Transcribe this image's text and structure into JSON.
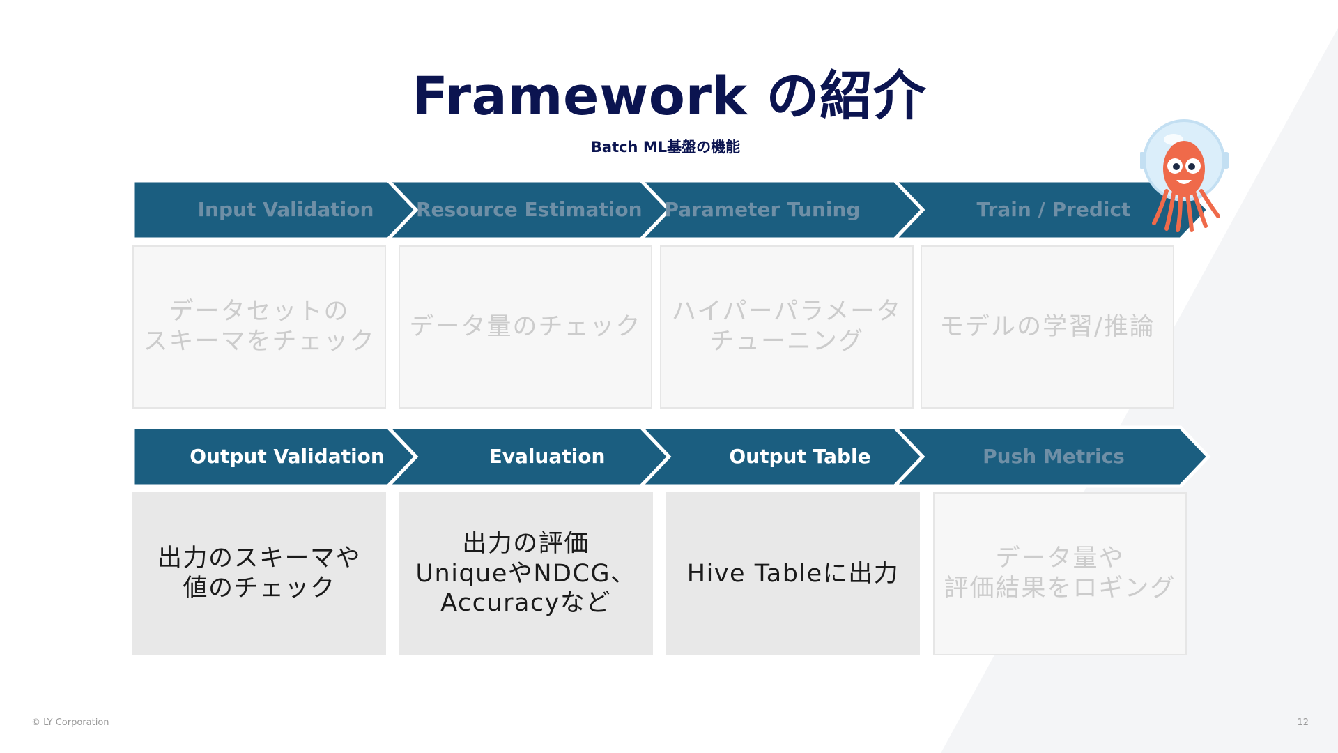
{
  "slide": {
    "title": "Framework の紹介",
    "subtitle": "Batch ML基盤の機能"
  },
  "row1": {
    "steps": [
      {
        "label": "Input Validation",
        "state": "dim",
        "description": "データセットの\nスキーマをチェック"
      },
      {
        "label": "Resource Estimation",
        "state": "dim",
        "description": "データ量のチェック"
      },
      {
        "label": "Parameter Tuning",
        "state": "dim",
        "description": "ハイパーパラメータ\nチューニング"
      },
      {
        "label": "Train / Predict",
        "state": "dim",
        "description": "モデルの学習/推論"
      }
    ]
  },
  "row2": {
    "steps": [
      {
        "label": "Output Validation",
        "state": "active",
        "description": "出力のスキーマや\n値のチェック"
      },
      {
        "label": "Evaluation",
        "state": "active",
        "description": "出力の評価\nUniqueやNDCG、\nAccuracyなど"
      },
      {
        "label": "Output Table",
        "state": "active",
        "description": "Hive Tableに出力"
      },
      {
        "label": "Push Metrics",
        "state": "dim",
        "description": "データ量や\n評価結果をロギング"
      }
    ]
  },
  "mascot": {
    "icon": "octopus-mascot-icon"
  },
  "footer": {
    "copyright": "© LY Corporation",
    "page_number": "12"
  },
  "colors": {
    "title": "#0b1450",
    "chevron_fill": "#1b5e80",
    "dim_label": "#6f8fa6",
    "ghost_box": "#f7f7f7",
    "solid_box": "#e8e8e8"
  }
}
